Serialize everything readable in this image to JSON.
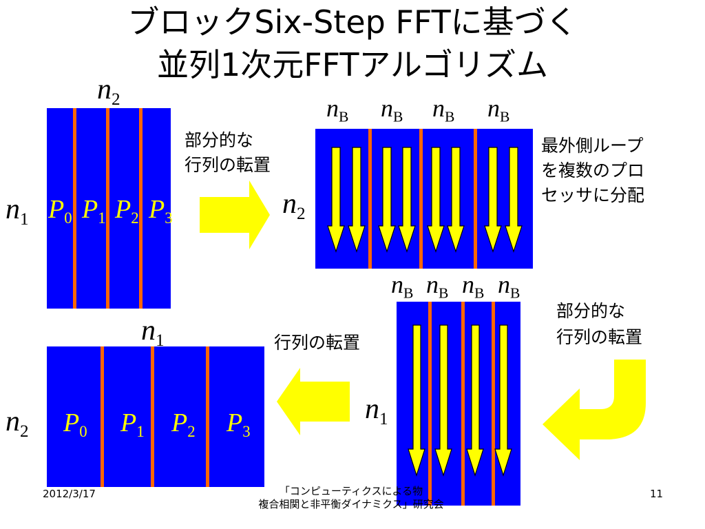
{
  "slide": {
    "title_line1": "ブロックSix-Step FFTに基づく",
    "title_line2": "並列1次元FFTアルゴリズム"
  },
  "labels": {
    "n": "n",
    "P": "P",
    "sub_1": "1",
    "sub_2": "2",
    "sub_B": "B",
    "sub_p0": "0",
    "sub_p1": "1",
    "sub_p2": "2",
    "sub_p3": "3"
  },
  "annotations": {
    "partial_transpose_1_line1": "部分的な",
    "partial_transpose_1_line2": "行列の転置",
    "outer_loop_line1": "最外側ループ",
    "outer_loop_line2": "を複数のプロ",
    "outer_loop_line3": "セッサに分配",
    "partial_transpose_2_line1": "部分的な",
    "partial_transpose_2_line2": "行列の転置",
    "transpose": "行列の転置"
  },
  "footer": {
    "date": "2012/3/17",
    "event_line1": "「コンピューティクスによる物",
    "event_line2": "複合相関と非平衡ダイナミクス」研究会",
    "page": "11"
  },
  "colors": {
    "matrix_fill": "#0000ff",
    "divider": "#ff6600",
    "arrow": "#ffff00",
    "arrow_outline": "#000000",
    "processor_label": "#ffff00"
  }
}
